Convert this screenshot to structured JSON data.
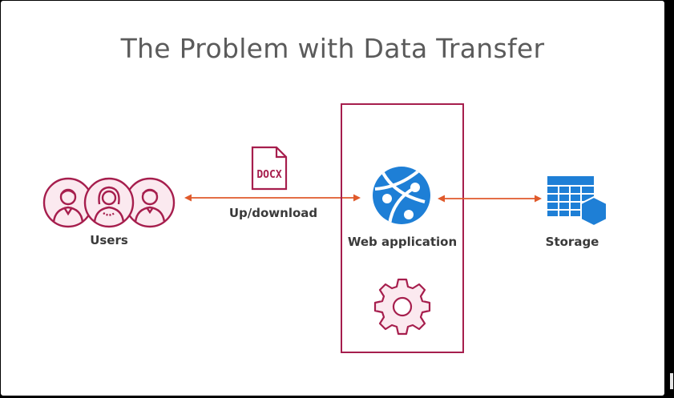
{
  "slide": {
    "title": "The Problem with Data Transfer"
  },
  "nodes": {
    "users": {
      "label": "Users",
      "icon": "users-icon"
    },
    "document": {
      "badge": "DOCX",
      "icon": "docx-file-icon"
    },
    "transfer": {
      "label": "Up/download"
    },
    "web_app": {
      "label": "Web application",
      "icon": "web-app-globe-icon",
      "secondary_icon": "gear-icon"
    },
    "storage": {
      "label": "Storage",
      "icon": "storage-table-icon"
    }
  },
  "colors": {
    "accent": "#a61e4d",
    "arrow": "#e05a2b",
    "azure": "#1e7fd6",
    "title": "#5b5b5b",
    "label": "#3a3a3a"
  }
}
